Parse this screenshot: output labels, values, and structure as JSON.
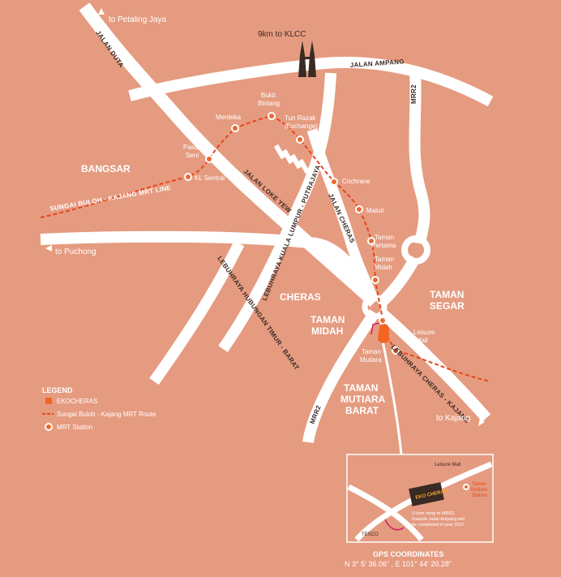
{
  "labels": {
    "to_petaling_jaya": "to Petaling Jaya",
    "to_puchong": "to Puchong",
    "to_kajang": "to Kajang",
    "klcc": "9km to KLCC"
  },
  "roads": {
    "jalan_duta": "JALAN DUTA",
    "jalan_ampang": "JALAN AMPANG",
    "mrr2_north": "MRR2",
    "mrr2_south": "MRR2",
    "jalan_loke_yew": "JALAN LOKE YEW",
    "lebuhraya_kl_putrajaya": "LEBUHRAYA KUALA LUMPUR - PUTRAJAYA",
    "jalan_cheras": "JALAN CHERAS",
    "lebuhraya_hubungan_timur_barat": "LEBUHRAYA HUBUNGAN TIMUR - BARAT",
    "lebuhraya_cheras_kajang": "LEBUHRAYA CHERAS - KAJANG",
    "mrt_line": "SUNGAI BULOH - KAJANG MRT LINE"
  },
  "areas": {
    "bangsar": "BANGSAR",
    "cheras": "CHERAS",
    "taman_midah_1": "TAMAN",
    "taman_midah_2": "MIDAH",
    "taman_segar_1": "TAMAN",
    "taman_segar_2": "SEGAR",
    "taman_mutiara_barat_1": "TAMAN",
    "taman_mutiara_barat_2": "MUTIARA",
    "taman_mutiara_barat_3": "BARAT"
  },
  "stations": [
    {
      "name": "KL Sentral"
    },
    {
      "name": "Pasar Seni"
    },
    {
      "name": "Merdeka"
    },
    {
      "name": "Bukit Bintang"
    },
    {
      "name": "Tun Razak (Exchange)"
    },
    {
      "name": "Cochrane"
    },
    {
      "name": "Maluri"
    },
    {
      "name": "Taman Pertama"
    },
    {
      "name": "Taman Midah"
    },
    {
      "name": "Taman Mutiara"
    },
    {
      "name": "Leisure Mall"
    }
  ],
  "station_lines": {
    "kl_sentral": "KL Sentral",
    "pasar_seni_1": "Pasar",
    "pasar_seni_2": "Seni",
    "merdeka": "Merdeka",
    "bukit_bintang_1": "Bukit",
    "bukit_bintang_2": "Bintang",
    "tun_razak_1": "Tun Razak",
    "tun_razak_2": "(Exchange)",
    "cochrane": "Cochrane",
    "maluri": "Maluri",
    "taman_pertama_1": "Taman",
    "taman_pertama_2": "Pertama",
    "taman_midah_1": "Taman",
    "taman_midah_2": "Midah",
    "taman_mutiara_1": "Taman",
    "taman_mutiara_2": "Mutiara",
    "leisure_mall_1": "Leisure",
    "leisure_mall_2": "Mall"
  },
  "legend": {
    "title": "LEGEND",
    "items": [
      {
        "label": "EKOCHERAS",
        "color": "#f26522"
      },
      {
        "label": "Sungai Buloh - Kajang MRT Route",
        "color": "#e8451c"
      },
      {
        "label": "MRT Station",
        "color": "#e86a2c"
      }
    ]
  },
  "inset": {
    "leisure_mall": "Leisure Mall",
    "station_1": "Taman",
    "station_2": "Mutiara",
    "station_3": "Station",
    "note_1": "U-turn ramp to MRR2",
    "note_2": "towards Jalan Ampang will",
    "note_3": "be completed in year 2017",
    "tesco": "TESCO",
    "logo_text": "EKO CHERAS"
  },
  "gps": {
    "title": "GPS COORDINATES",
    "value": "N 3° 5' 36.06\" , E 101° 44' 20.28\""
  },
  "colors": {
    "background": "#e59b80",
    "road": "#ffffff",
    "mrt": "#e8451c",
    "ekocheras": "#f26522"
  }
}
